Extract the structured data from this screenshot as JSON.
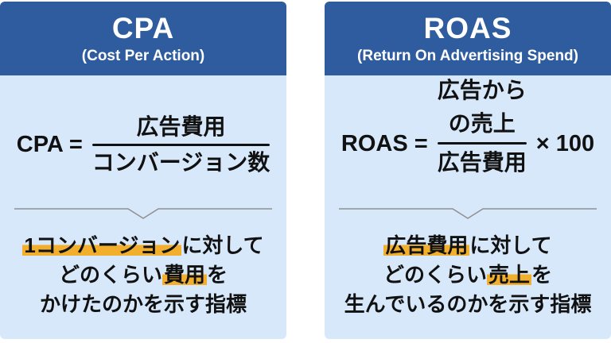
{
  "colors": {
    "header_bg": "#2E5C9E",
    "body_bg": "#D7E8FA",
    "highlight": "#F2AF2D",
    "header_text": "#FFFFFF",
    "text": "#111111",
    "divider_line": "#8F8F8F"
  },
  "cards": [
    {
      "id": "cpa",
      "title": "CPA",
      "subtitle": "(Cost Per Action)",
      "formula": {
        "lhs": "CPA =",
        "numerator_lines": [
          "広告費用"
        ],
        "denominator": "コンバージョン数"
      },
      "description": {
        "line1": [
          {
            "text": "1コンバージョン",
            "highlight": true
          },
          {
            "text": "に対して",
            "highlight": false
          }
        ],
        "line2": [
          {
            "text": "どのくらい",
            "highlight": false
          },
          {
            "text": "費用",
            "highlight": true
          },
          {
            "text": "を",
            "highlight": false
          }
        ],
        "line3": [
          {
            "text": "かけたのかを示す指標",
            "highlight": false
          }
        ]
      }
    },
    {
      "id": "roas",
      "title": "ROAS",
      "subtitle": "(Return On Advertising Spend)",
      "formula": {
        "lhs": "ROAS =",
        "numerator_lines": [
          "広告から",
          "の売上"
        ],
        "denominator": "広告費用",
        "rhs": "× 100"
      },
      "description": {
        "line1": [
          {
            "text": "広告費用",
            "highlight": true
          },
          {
            "text": "に対して",
            "highlight": false
          }
        ],
        "line2": [
          {
            "text": "どのくらい",
            "highlight": false
          },
          {
            "text": "売上",
            "highlight": true
          },
          {
            "text": "を",
            "highlight": false
          }
        ],
        "line3": [
          {
            "text": "生んでいるのかを示す指標",
            "highlight": false
          }
        ]
      }
    }
  ]
}
